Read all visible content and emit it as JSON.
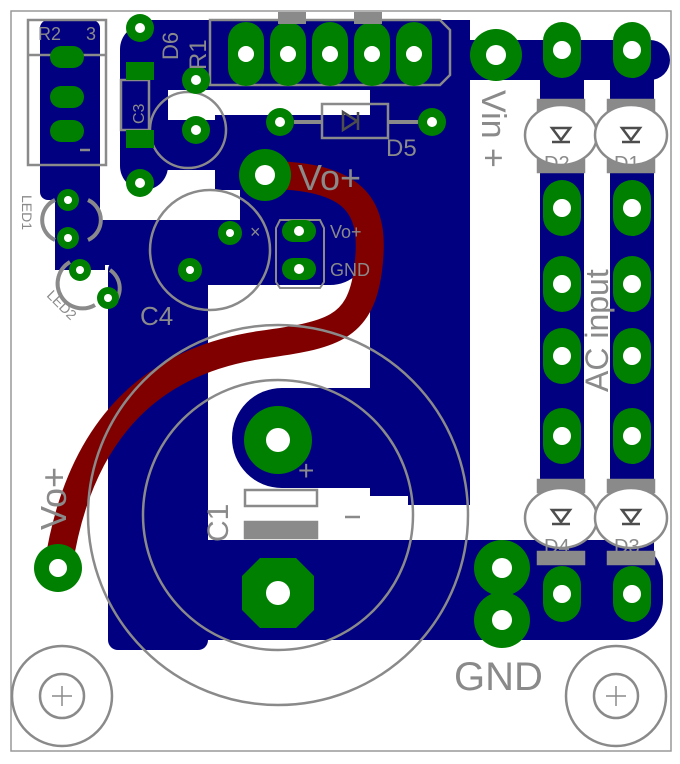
{
  "labels": {
    "r2": "R2",
    "r2_pin3": "3",
    "r1": "R1",
    "d6": "D6",
    "c3": "C3",
    "led1": "LED1",
    "led2": "LED2",
    "c4": "C4",
    "d5": "D5",
    "vo_plus_top": "Vo+",
    "vo_plus_small": "Vo+",
    "gnd_small": "GND",
    "vin_plus": "Vin +",
    "d1": "D1",
    "d2": "D2",
    "d3": "D3",
    "d4": "D4",
    "ac_input": "AC input",
    "vo_plus_left": "Vo+",
    "c1": "C1",
    "gnd_big": "GND",
    "plus": "+",
    "x_mark": "×"
  },
  "colors": {
    "copper_bottom": "#000080",
    "copper_top": "#800000",
    "pad": "#008000",
    "silk": "#8a8a8a",
    "silk_dark": "#4d4d4d",
    "board": "#ffffff"
  }
}
